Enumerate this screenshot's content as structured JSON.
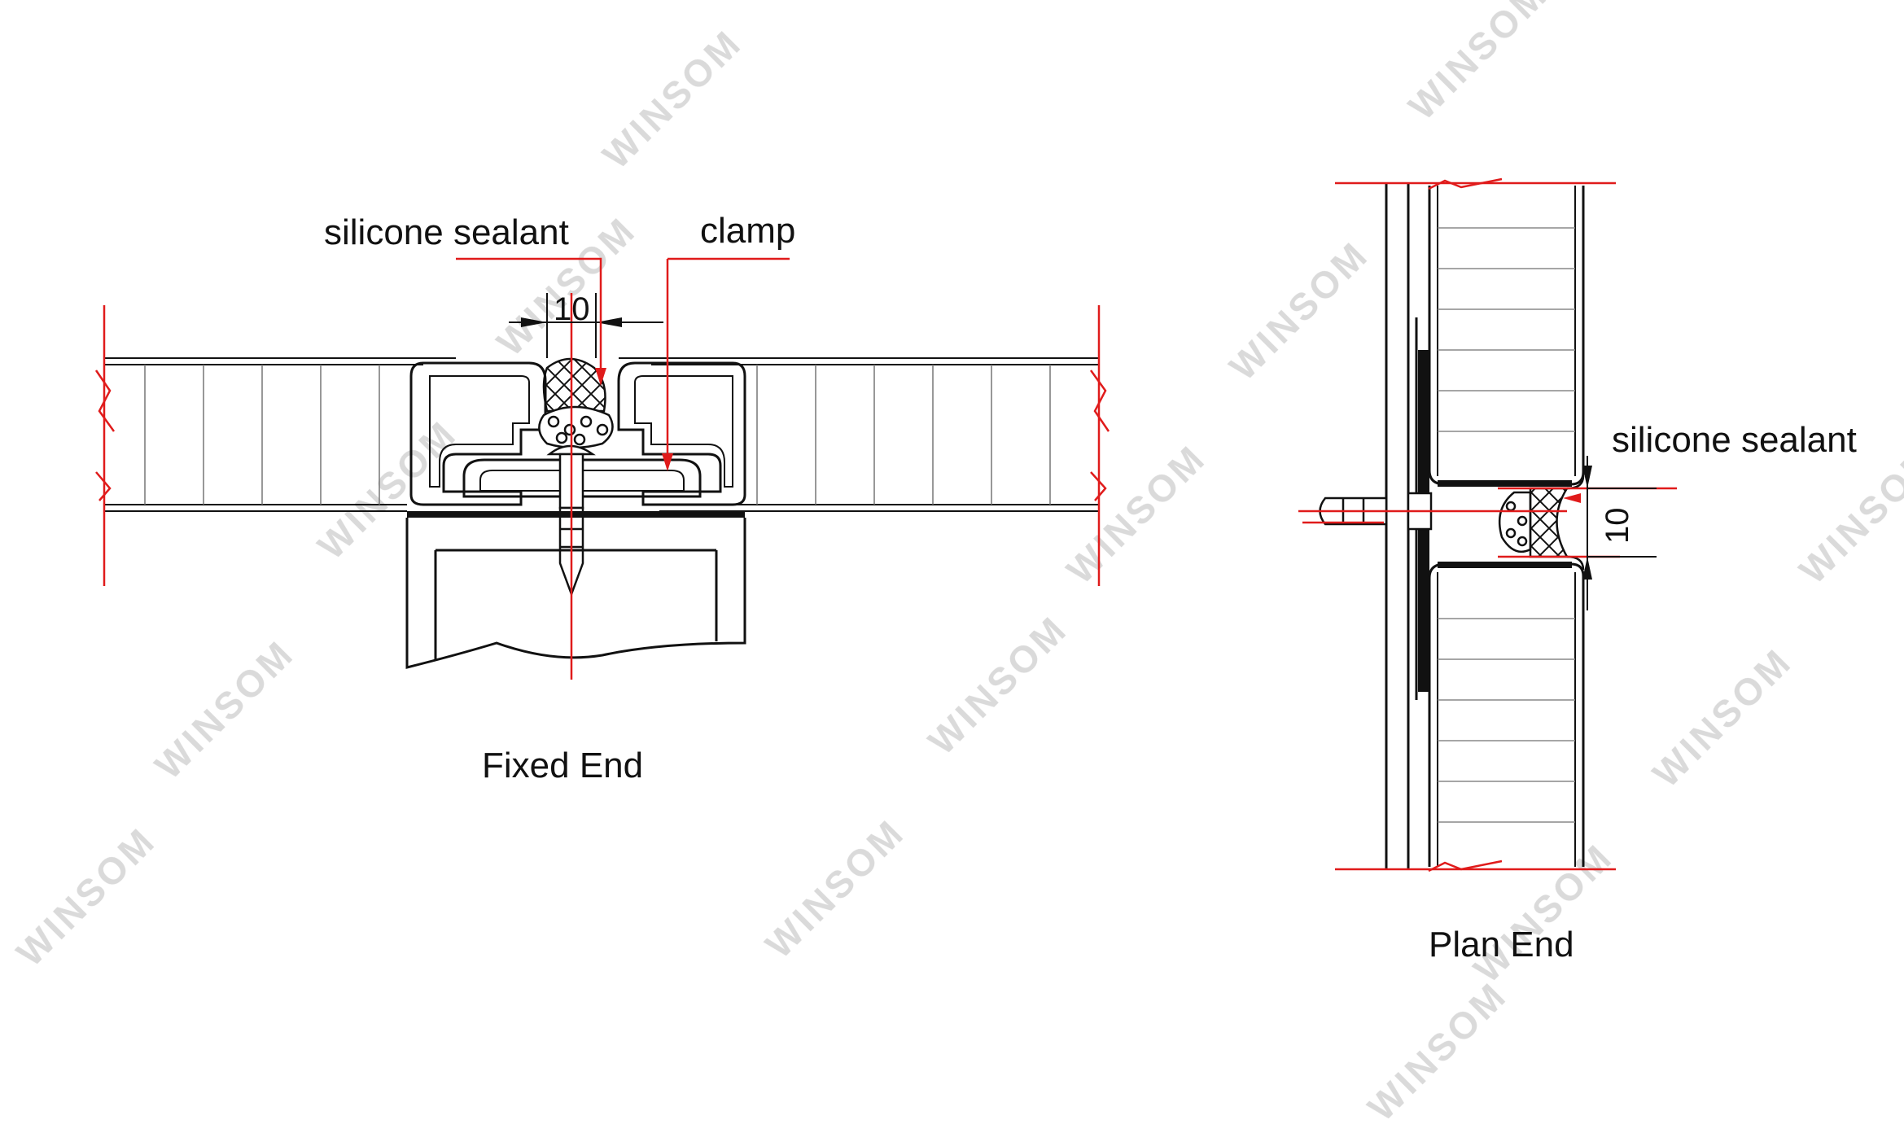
{
  "watermark": {
    "text": "WINSOM"
  },
  "colors": {
    "line": "#111111",
    "dimension": "#e01b1b",
    "background": "#ffffff",
    "watermark": "#d6d6d6"
  },
  "fixed_end": {
    "title": "Fixed End",
    "labels": {
      "sealant": "silicone sealant",
      "clamp": "clamp"
    },
    "dimension": "10"
  },
  "plan_end": {
    "title": "Plan End",
    "labels": {
      "sealant": "silicone sealant"
    },
    "dimension": "10"
  }
}
